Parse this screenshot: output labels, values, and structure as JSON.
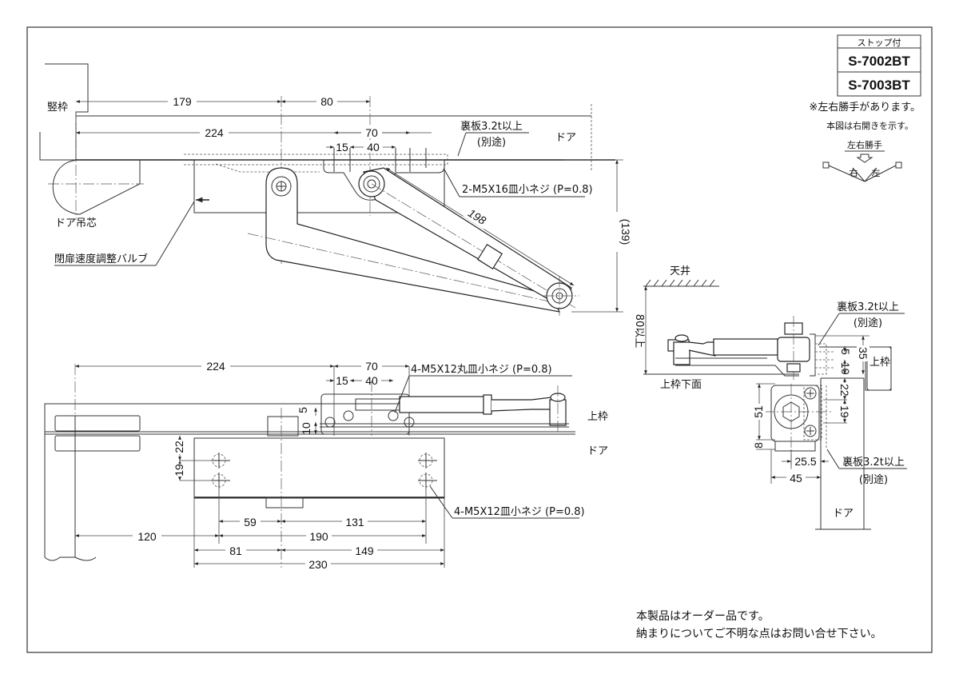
{
  "title_block": {
    "subtitle": "ストップ付",
    "models": [
      "S-7002BT",
      "S-7003BT"
    ],
    "note_hand": "※左右勝手があります。",
    "note_right_open": "本図は右開きを示す。",
    "hand_label": "左右勝手",
    "hand_right": "右",
    "hand_left": "左"
  },
  "top_view": {
    "frame_label": "竪枠",
    "pivot_label": "ドア吊芯",
    "valve_label": "閉扉速度調整バルブ",
    "door_label": "ドア",
    "backplate_label": "裏板3.2t以上",
    "backplate_sub": "(別途)",
    "screw_label": "2-M5X16皿小ネジ (P=0.8)",
    "dims": {
      "d179": "179",
      "d80": "80",
      "d224": "224",
      "d70": "70",
      "d15": "15",
      "d40": "40",
      "d198": "198",
      "d139": "(139)"
    }
  },
  "front_view": {
    "frame_label": "上枠",
    "door_label": "ドア",
    "screw_top_label": "4-M5X12丸皿小ネジ (P=0.8)",
    "screw_bottom_label": "4-M5X12皿小ネジ (P=0.8)",
    "dims": {
      "d224": "224",
      "d70": "70",
      "d15": "15",
      "d40": "40",
      "d5": "5",
      "d10": "10",
      "d22": "22",
      "d19": "19",
      "d59": "59",
      "d131": "131",
      "d120": "120",
      "d190": "190",
      "d81": "81",
      "d149": "149",
      "d230": "230"
    }
  },
  "side_view": {
    "ceiling_label": "天井",
    "clearance_label": "80以上",
    "frame_bottom_label": "上枠下面",
    "frame_label": "上枠",
    "door_label": "ドア",
    "backplate_label": "裏板3.2t以上",
    "backplate_sub": "(別途)",
    "backplate2_label": "裏板3.2t以上",
    "backplate2_sub": "(別途)",
    "dims": {
      "d5": "5",
      "d10": "10",
      "d35": "35",
      "d22": "22",
      "d19": "19",
      "d51": "51",
      "d8": "8",
      "d25_5": "25.5",
      "d45": "45"
    }
  },
  "footer": {
    "line1": "本製品はオーダー品です。",
    "line2": "納まりについてご不明な点はお問い合せ下さい。"
  }
}
